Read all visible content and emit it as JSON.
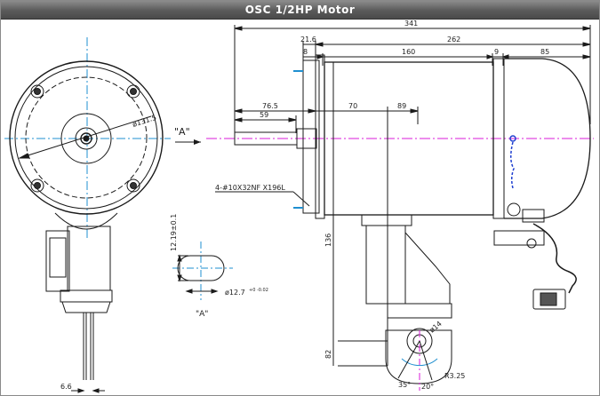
{
  "title": "OSC 1/2HP Motor",
  "dimensions": {
    "total_length": "341",
    "dim_21_6": "21.6",
    "dim_262": "262",
    "dim_8": "8",
    "dim_160": "160",
    "dim_9": "9",
    "dim_85": "85",
    "dim_76_5": "76.5",
    "dim_59": "59",
    "dim_70": "70",
    "dim_89": "89",
    "dim_136": "136",
    "dim_82": "82",
    "dim_6_6": "6.6",
    "bolt_circle": "ø131.5",
    "shaft_key": "12.19±0.1",
    "shaft_dia": "ø12.7",
    "shaft_tol": "+0 -0.02",
    "hole_14": "ø14",
    "radius": "R3.25",
    "angle_35": "35°",
    "angle_20": "20°"
  },
  "labels": {
    "view_a_arrow": "\"A\"",
    "view_a_section": "\"A\"",
    "screw_note": "4-#10X32NF X196L"
  },
  "colors": {
    "titlebar": "#5a5a5a",
    "centerline": "#1f8fd0",
    "shaft_axis": "#d81bd8",
    "outline": "#1a1a1a"
  }
}
